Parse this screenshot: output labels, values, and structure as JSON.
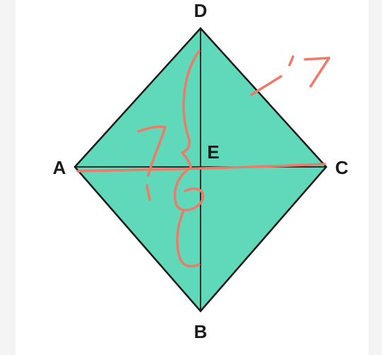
{
  "diagram": {
    "colors": {
      "page": "#f4f4f4",
      "panel": "#ffffff",
      "fill": "#5fd9b9",
      "outline": "#1a1a1a",
      "ink": "#ee7a6a"
    },
    "vertices": {
      "A": "A",
      "B": "B",
      "C": "C",
      "D": "D",
      "E": "E"
    },
    "handwritten": {
      "side_label": "17",
      "half_diagonal_1": "7",
      "half_diagonal_2": "6"
    }
  }
}
